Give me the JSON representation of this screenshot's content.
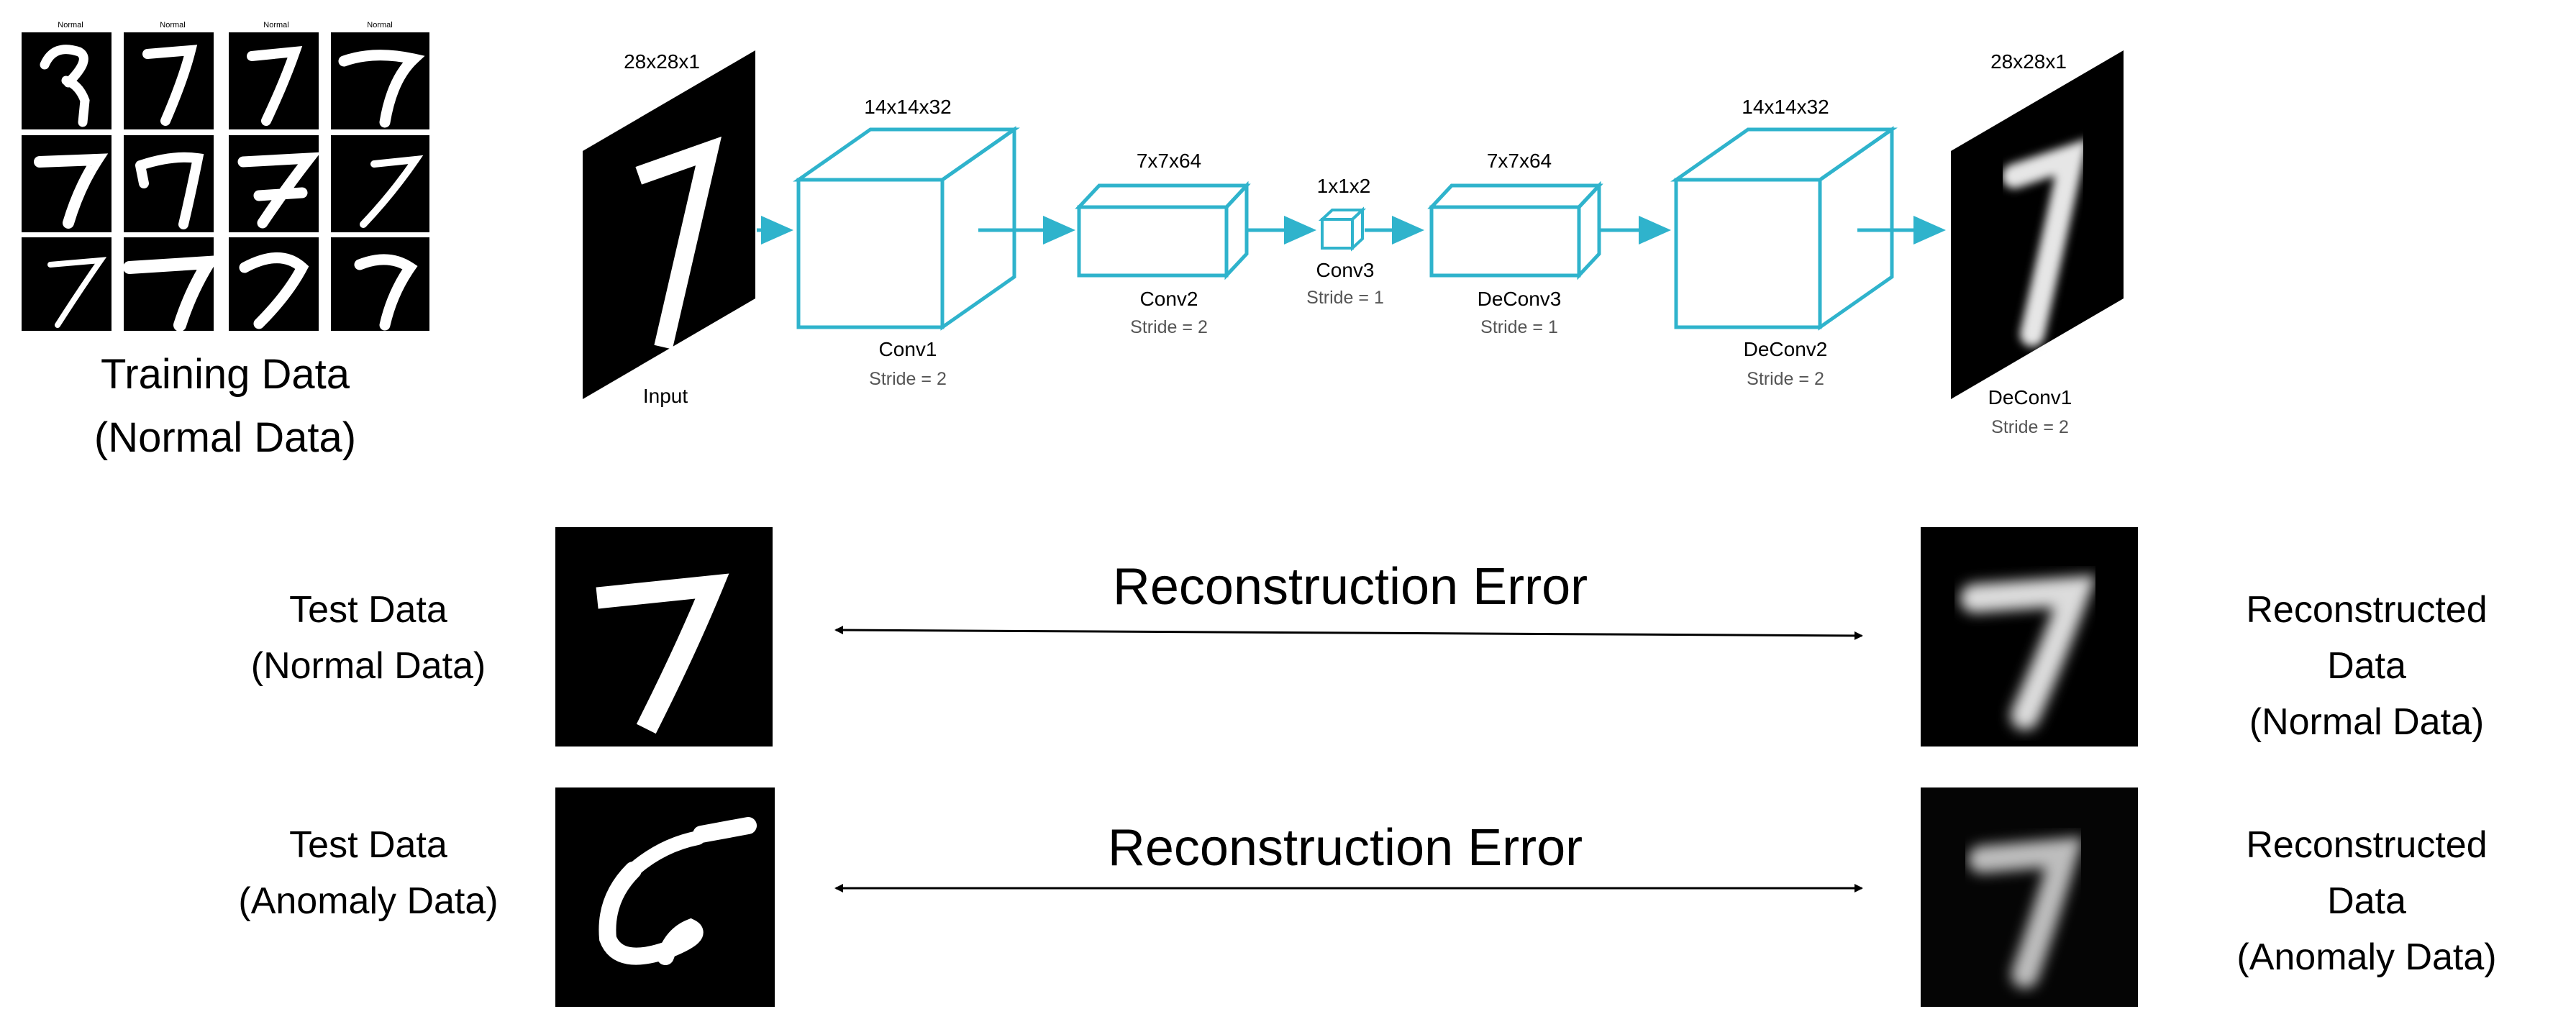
{
  "training": {
    "thumb_label": "Normal",
    "title": "Training Data",
    "subtitle": "(Normal Data)"
  },
  "network": {
    "input": {
      "dims": "28x28x1",
      "name": "Input"
    },
    "conv1": {
      "dims": "14x14x32",
      "name": "Conv1",
      "stride": "Stride = 2"
    },
    "conv2": {
      "dims": "7x7x64",
      "name": "Conv2",
      "stride": "Stride = 2"
    },
    "conv3": {
      "dims": "1x1x2",
      "name": "Conv3",
      "stride": "Stride = 1"
    },
    "deconv3": {
      "dims": "7x7x64",
      "name": "DeConv3",
      "stride": "Stride = 1"
    },
    "deconv2": {
      "dims": "14x14x32",
      "name": "DeConv2",
      "stride": "Stride = 2"
    },
    "deconv1": {
      "dims": "28x28x1",
      "name": "DeConv1",
      "stride": "Stride = 2"
    }
  },
  "test_rows": [
    {
      "left_line1": "Test Data",
      "left_line2": "(Normal Data)",
      "error": "Reconstruction Error",
      "right_line1": "Reconstructed",
      "right_line2": "Data",
      "right_line3": "(Normal Data)"
    },
    {
      "left_line1": "Test Data",
      "left_line2": "(Anomaly Data)",
      "error": "Reconstruction Error",
      "right_line1": "Reconstructed",
      "right_line2": "Data",
      "right_line3": "(Anomaly Data)"
    }
  ],
  "colors": {
    "layer": "#2fb3cc",
    "arrow": "#2fb3cc",
    "digit_bg": "#000000",
    "digit_fg": "#ffffff"
  }
}
